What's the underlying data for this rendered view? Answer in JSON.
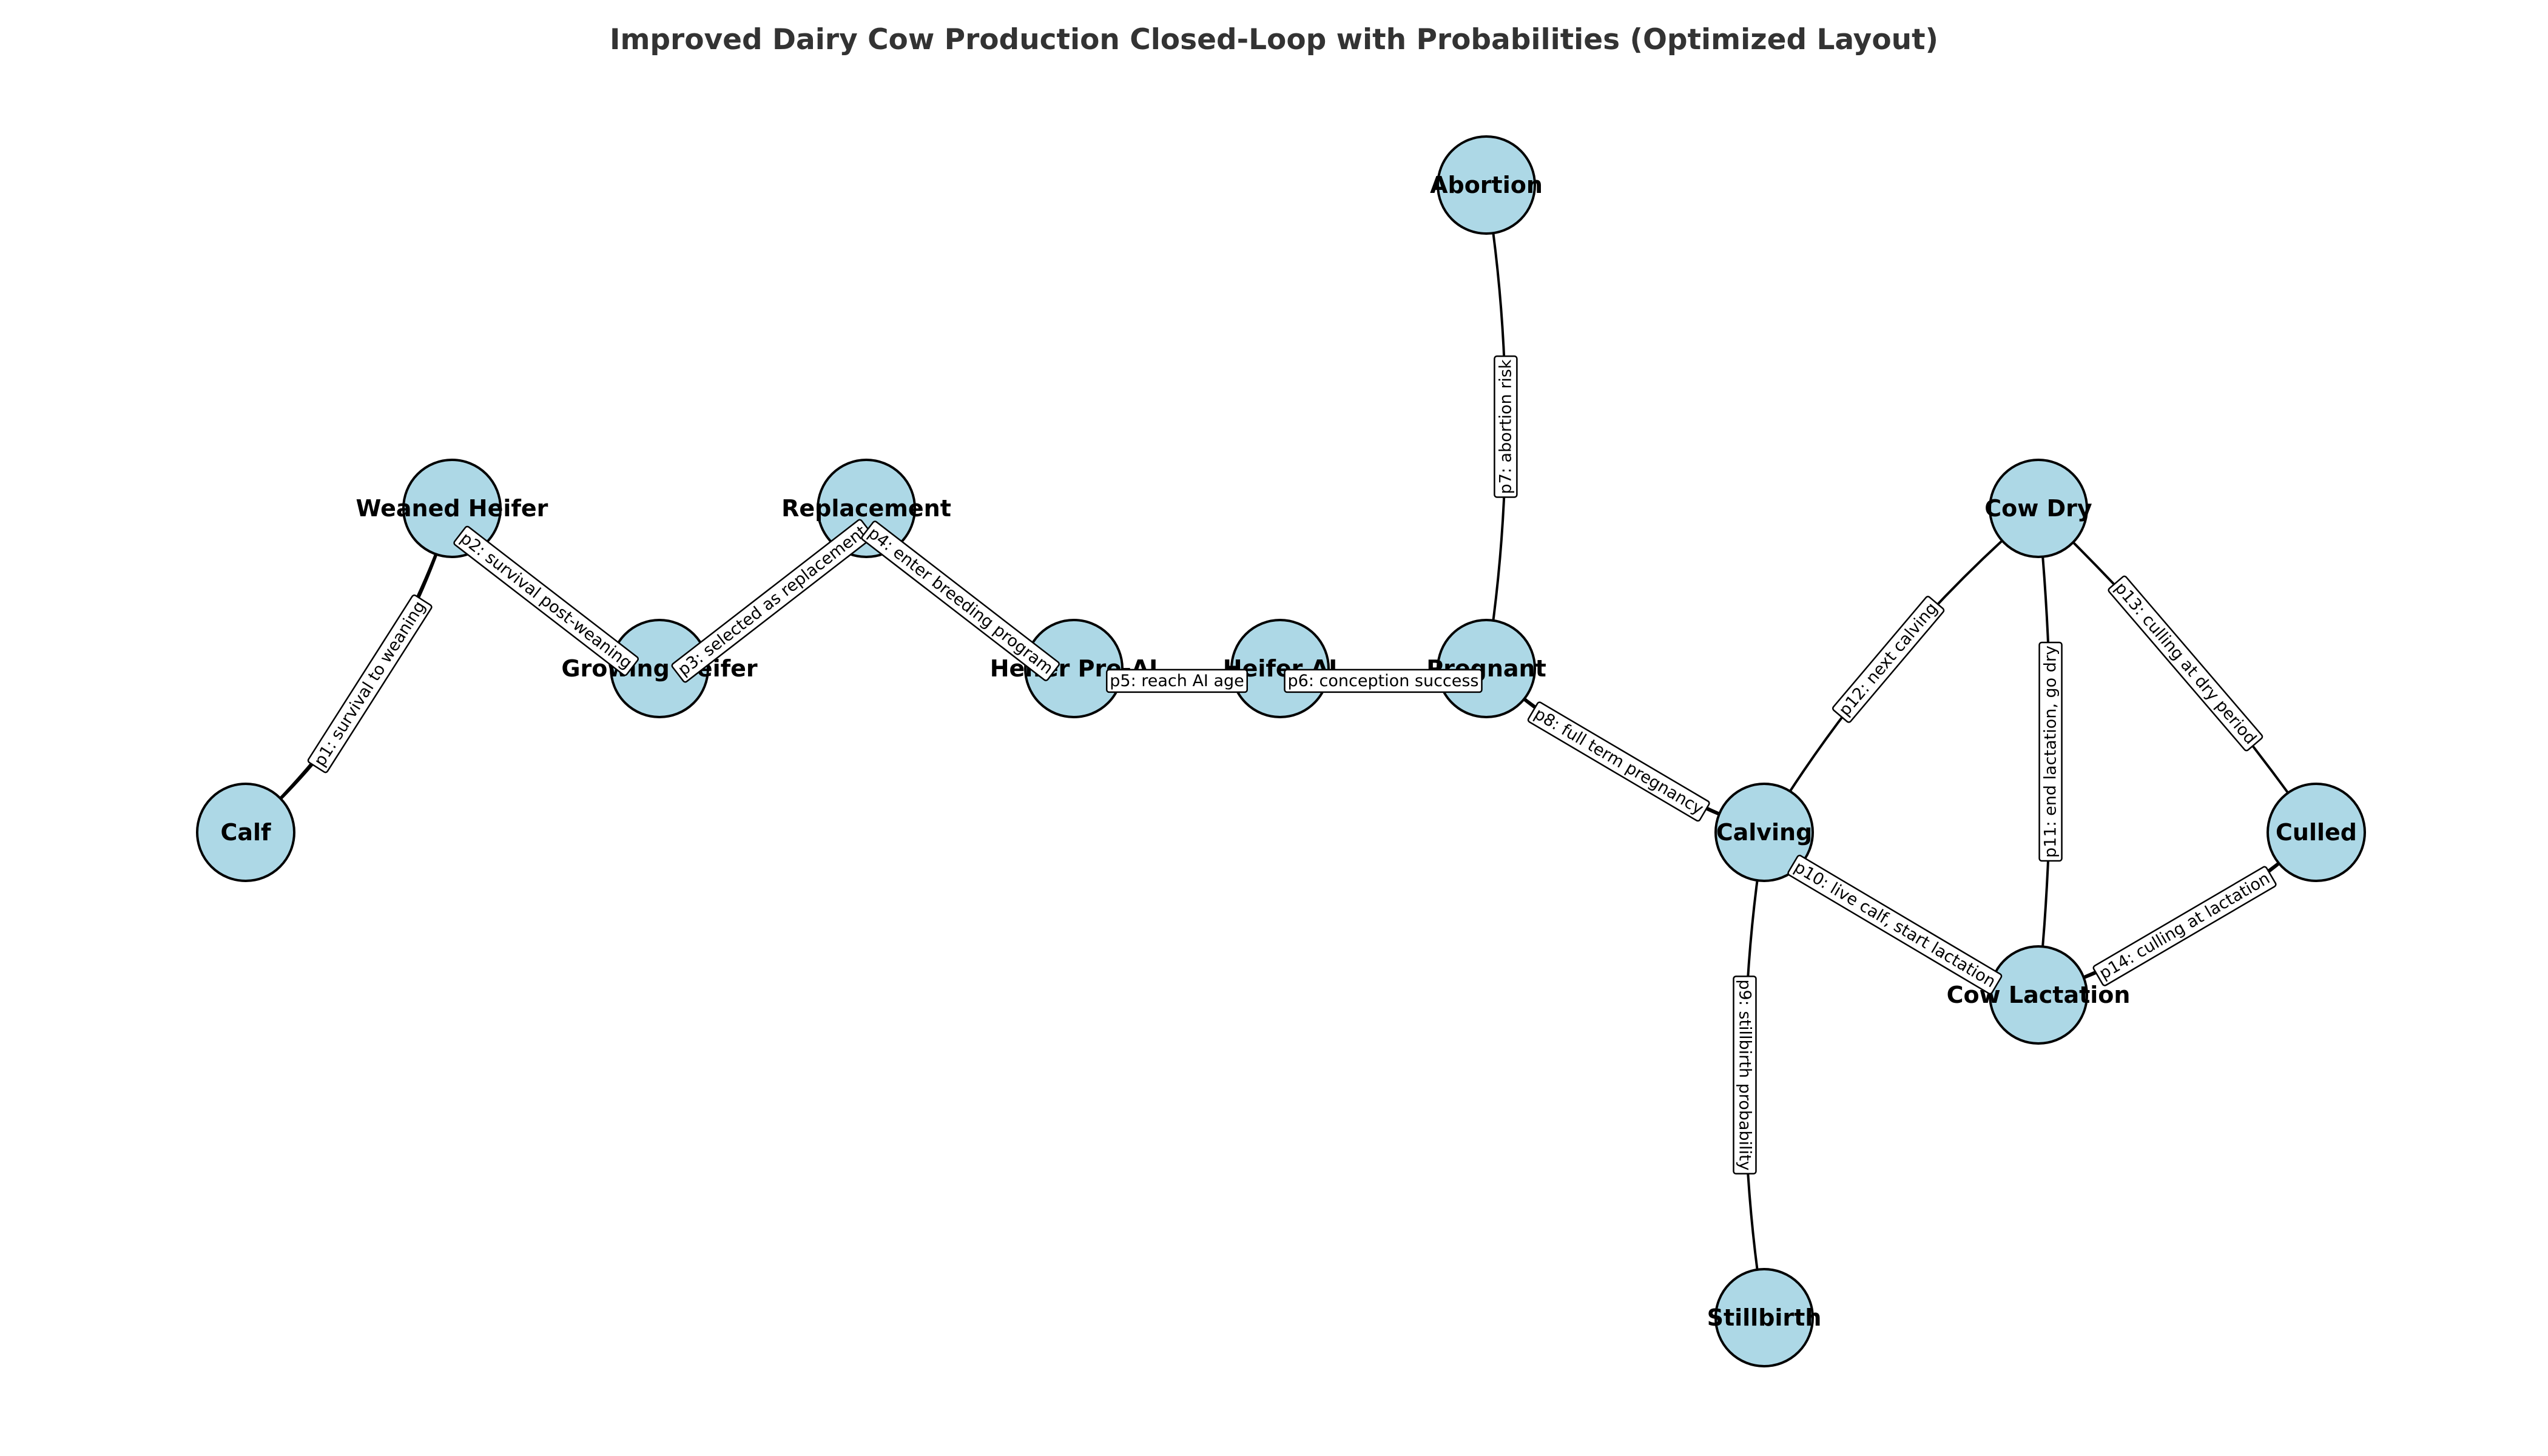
{
  "title": "Improved Dairy Cow Production Closed-Loop with Probabilities (Optimized Layout)",
  "colors": {
    "node_fill": "#add8e6",
    "node_stroke": "#000000",
    "edge": "#000000",
    "title": "#333333"
  },
  "nodes": [
    {
      "id": "calf",
      "label": "Calf"
    },
    {
      "id": "weaned",
      "label": "Weaned Heifer"
    },
    {
      "id": "growing",
      "label": "Growing Heifer"
    },
    {
      "id": "replacement",
      "label": "Replacement"
    },
    {
      "id": "preai",
      "label": "Heifer Pre-AI"
    },
    {
      "id": "ai",
      "label": "Heifer AI"
    },
    {
      "id": "pregnant",
      "label": "Pregnant"
    },
    {
      "id": "abortion",
      "label": "Abortion"
    },
    {
      "id": "calving",
      "label": "Calving"
    },
    {
      "id": "stillbirth",
      "label": "Stillbirth"
    },
    {
      "id": "lactation",
      "label": "Cow Lactation"
    },
    {
      "id": "dry",
      "label": "Cow Dry"
    },
    {
      "id": "culled",
      "label": "Culled"
    }
  ],
  "edges": [
    {
      "id": "e1",
      "from": "calf",
      "to": "weaned",
      "label": "p1: survival to weaning"
    },
    {
      "id": "e2",
      "from": "weaned",
      "to": "growing",
      "label": "p2: survival post-weaning"
    },
    {
      "id": "e3",
      "from": "growing",
      "to": "replacement",
      "label": "p3: selected as replacement"
    },
    {
      "id": "e4",
      "from": "replacement",
      "to": "preai",
      "label": "p4: enter breeding program"
    },
    {
      "id": "e5",
      "from": "preai",
      "to": "ai",
      "label": "p5: reach AI age"
    },
    {
      "id": "e6",
      "from": "ai",
      "to": "pregnant",
      "label": "p6: conception success"
    },
    {
      "id": "e7",
      "from": "pregnant",
      "to": "abortion",
      "label": "p7: abortion risk"
    },
    {
      "id": "e8",
      "from": "pregnant",
      "to": "calving",
      "label": "p8: full term pregnancy"
    },
    {
      "id": "e9",
      "from": "calving",
      "to": "stillbirth",
      "label": "p9: stillbirth probability"
    },
    {
      "id": "e10",
      "from": "calving",
      "to": "lactation",
      "label": "p10: live calf, start lactation"
    },
    {
      "id": "e11",
      "from": "lactation",
      "to": "dry",
      "label": "p11: end lactation, go dry"
    },
    {
      "id": "e12",
      "from": "dry",
      "to": "calving",
      "label": "p12: next calving"
    },
    {
      "id": "e13",
      "from": "dry",
      "to": "culled",
      "label": "p13: culling at dry period"
    },
    {
      "id": "e14",
      "from": "lactation",
      "to": "culled",
      "label": "p14: culling at lactation"
    }
  ]
}
